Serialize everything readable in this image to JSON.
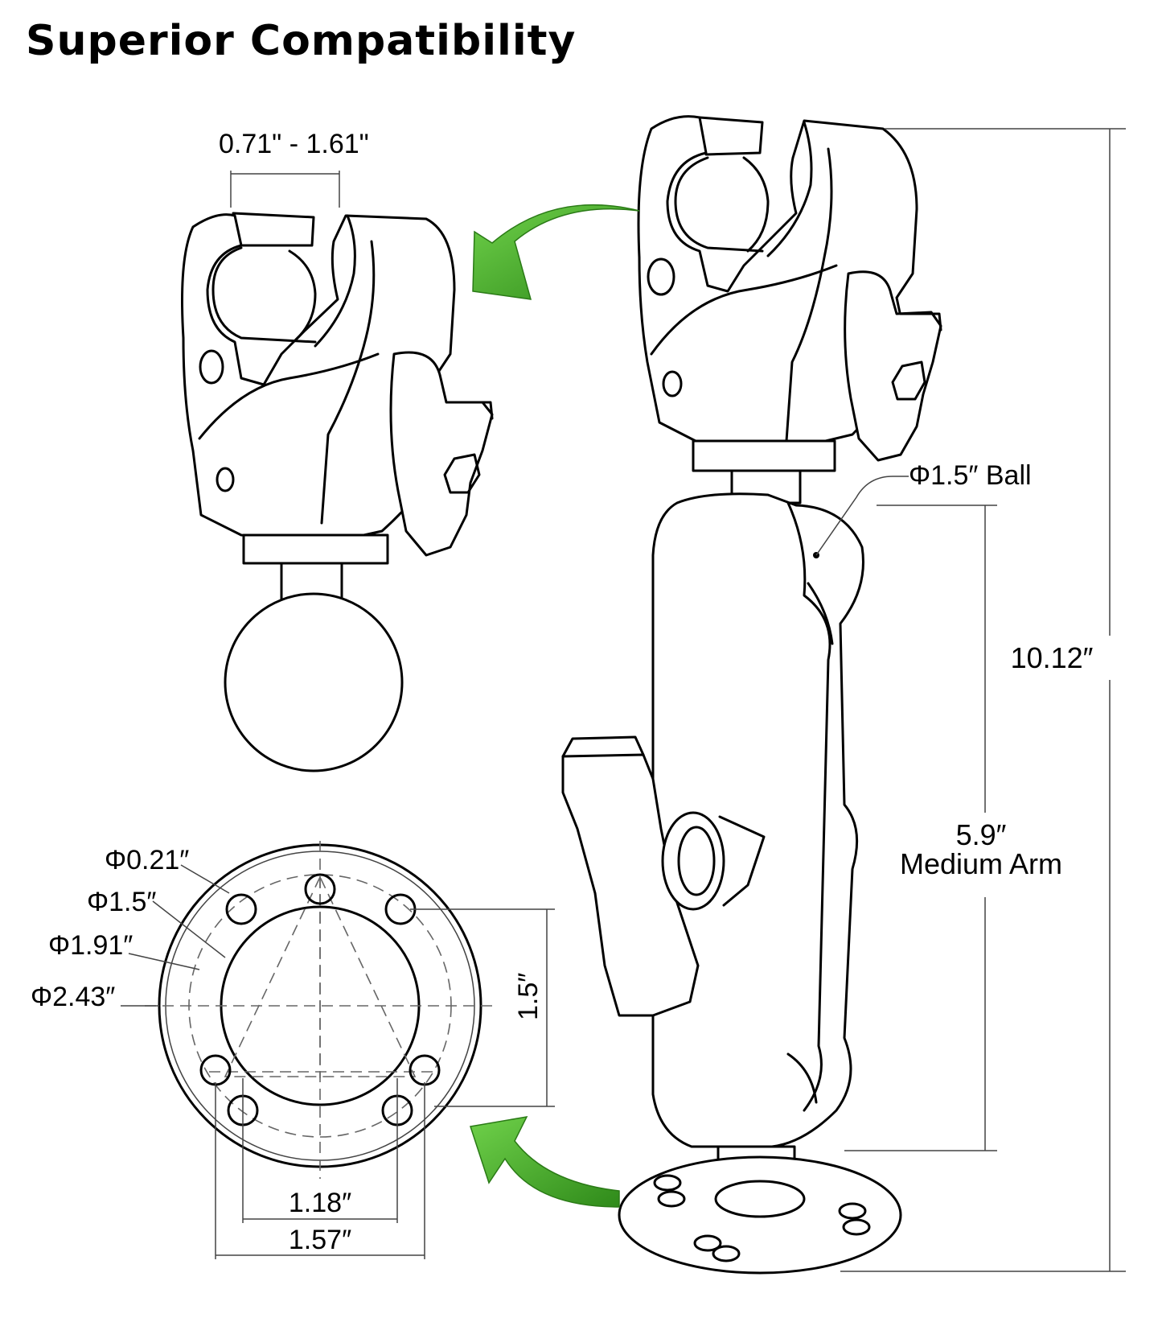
{
  "title": "Superior Compatibility",
  "labels": {
    "clamp_range": "0.71\" - 1.61\"",
    "ball_diameter": "Φ1.5″ Ball",
    "total_height": "10.12″",
    "arm_length": "5.9″",
    "arm_name": "Medium Arm",
    "hole_diameter": "Φ0.21″",
    "inner_circle": "Φ1.5″",
    "bolt_circle": "Φ1.91″",
    "base_diameter": "Φ2.43″",
    "vertical_spacing": "1.5″",
    "horizontal_spacing_inner": "1.18″",
    "horizontal_spacing_outer": "1.57″"
  },
  "colors": {
    "arrow": "#3a9c1f",
    "arrow_highlight": "#5fc63a",
    "line": "#000000"
  }
}
